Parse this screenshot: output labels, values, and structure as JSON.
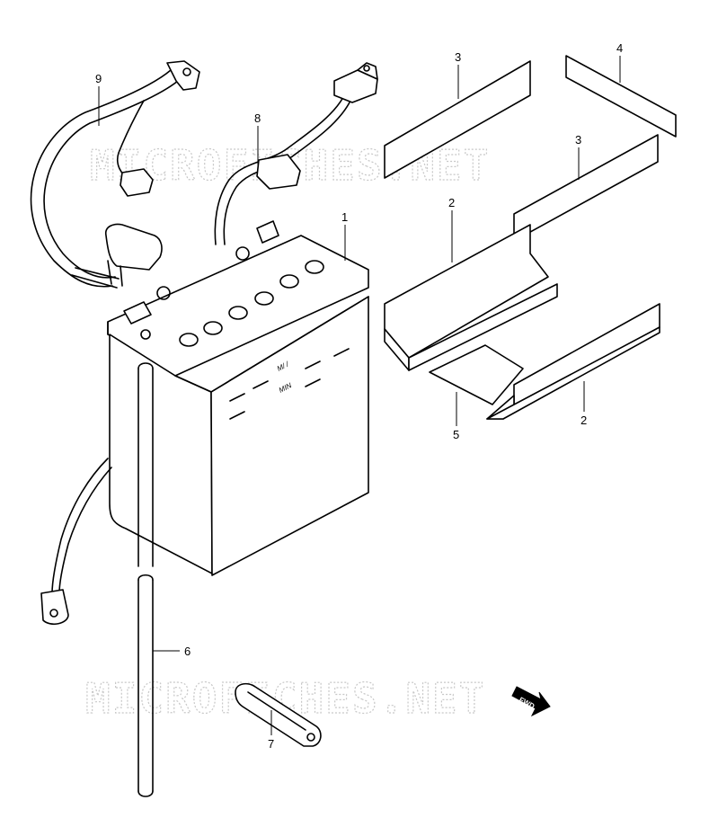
{
  "watermark": {
    "top": "MICROFICHES.NET",
    "bottom": "MICROFICHES.NET"
  },
  "fwd_label": "FWD",
  "battery_marks": {
    "upper": "M/ /",
    "lower": "MIN"
  },
  "callouts": [
    {
      "id": "c9",
      "number": "9"
    },
    {
      "id": "c8",
      "number": "8"
    },
    {
      "id": "c1",
      "number": "1"
    },
    {
      "id": "c3a",
      "number": "3"
    },
    {
      "id": "c4",
      "number": "4"
    },
    {
      "id": "c3b",
      "number": "3"
    },
    {
      "id": "c2a",
      "number": "2"
    },
    {
      "id": "c2b",
      "number": "2"
    },
    {
      "id": "c5",
      "number": "5"
    },
    {
      "id": "c6",
      "number": "6"
    },
    {
      "id": "c7",
      "number": "7"
    }
  ]
}
